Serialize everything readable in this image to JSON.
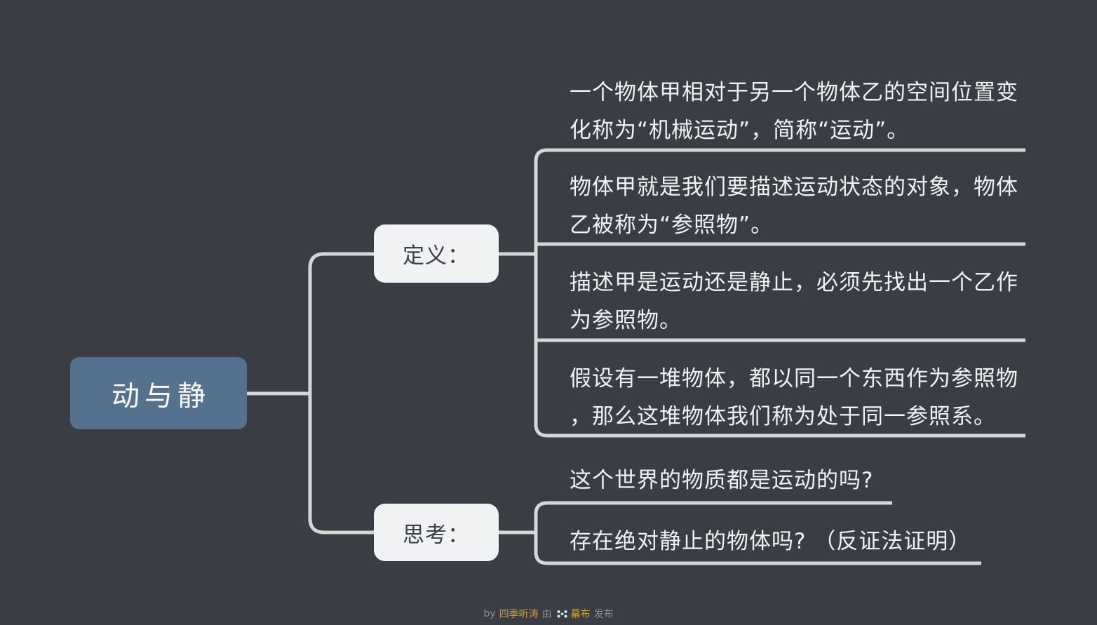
{
  "colors": {
    "background": "#3a3e44",
    "root_fill": "#54718d",
    "branch_fill": "#f1f2f3",
    "connector_line": "#d5d6d7",
    "leaf_text": "#f1f2f3",
    "branch_text": "#3d4147",
    "footer_text": "#8e9296",
    "footer_link": "#c8a33c"
  },
  "mindmap": {
    "root": {
      "label": "动与静"
    },
    "branches": [
      {
        "label": "定义：",
        "children": [
          {
            "text": "一个物体甲相对于另一个物体乙的空间位置变化称为“机械运动”，简称“运动”。"
          },
          {
            "text": "物体甲就是我们要描述运动状态的对象，物体乙被称为“参照物”。"
          },
          {
            "text": "描述甲是运动还是静止，必须先找出一个乙作为参照物。"
          },
          {
            "text": "假设有一堆物体，都以同一个东西作为参照物，那么这堆物体我们称为处于同一参照系。"
          }
        ]
      },
      {
        "label": "思考：",
        "children": [
          {
            "text": "这个世界的物质都是运动的吗?"
          },
          {
            "text": "存在绝对静止的物体吗? （反证法证明）"
          }
        ]
      }
    ]
  },
  "footer": {
    "by_label": "by",
    "author": "四季听涛",
    "via_label": "由",
    "platform": "幕布",
    "publish_label": "发布",
    "logo_icon": "mubu-dots-logo"
  }
}
